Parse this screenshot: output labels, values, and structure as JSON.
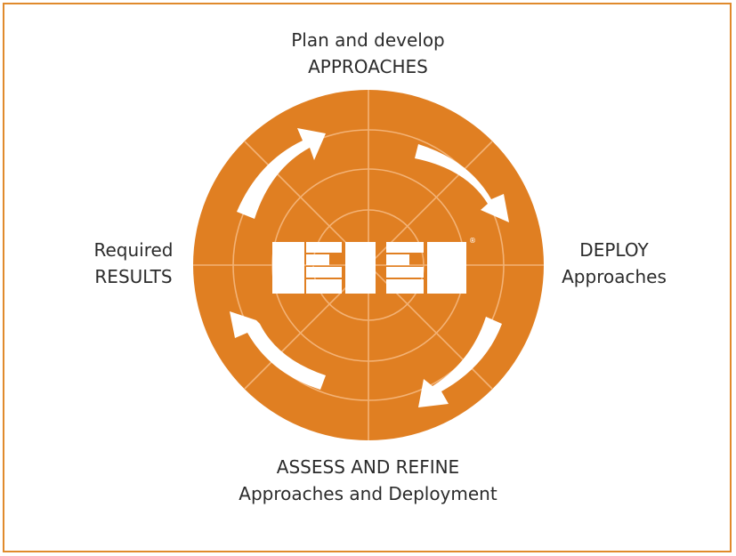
{
  "labels": {
    "top": {
      "line1": "Plan and develop",
      "line2": "APPROACHES"
    },
    "right": {
      "line1": "DEPLOY",
      "line2": "Approaches"
    },
    "bottom": {
      "line1": "ASSESS AND REFINE",
      "line2": "Approaches and Deployment"
    },
    "left": {
      "line1": "Required",
      "line2": "RESULTS"
    }
  },
  "logo": {
    "registered_mark": "®"
  },
  "colors": {
    "wheel": "#e07f22",
    "lines": "#f3b275",
    "arrows": "#ffffff",
    "border": "#e08a2c",
    "text": "#2b2b2b"
  }
}
